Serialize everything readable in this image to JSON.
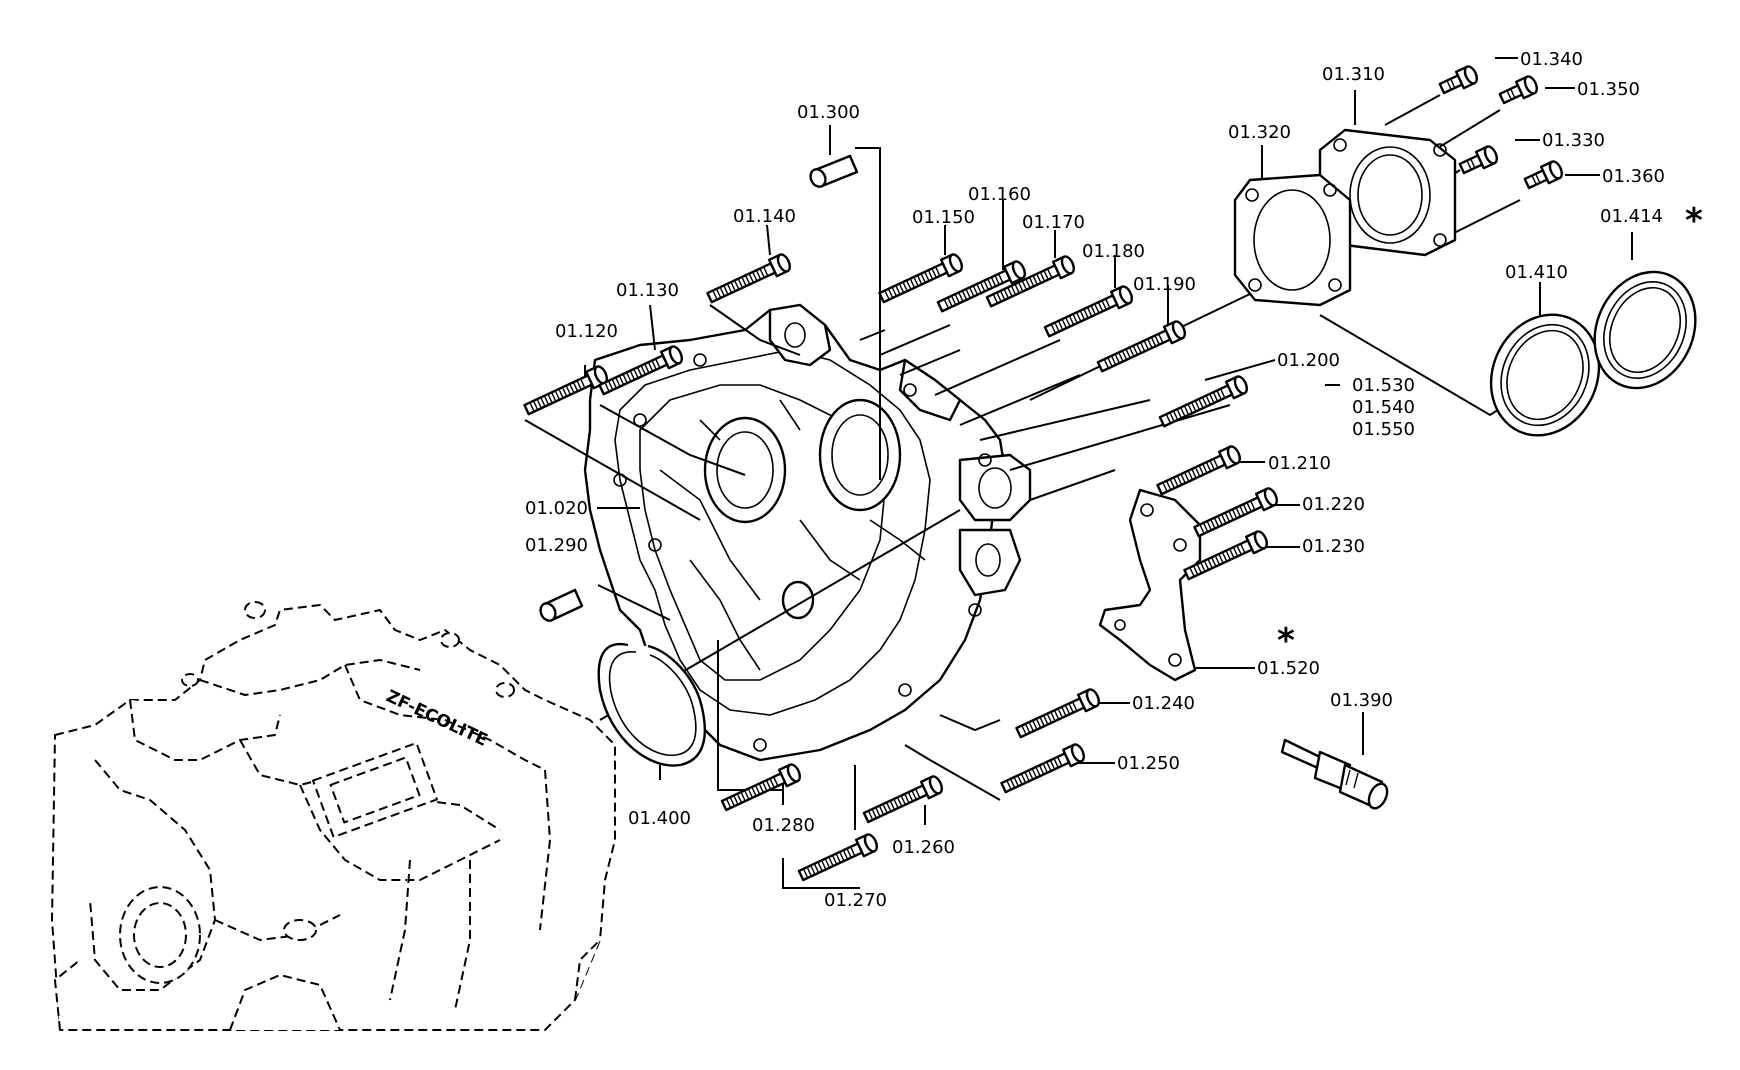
{
  "labels": [
    {
      "id": "01.020",
      "text": "01.020"
    },
    {
      "id": "01.120",
      "text": "01.120"
    },
    {
      "id": "01.130",
      "text": "01.130"
    },
    {
      "id": "01.140",
      "text": "01.140"
    },
    {
      "id": "01.150",
      "text": "01.150"
    },
    {
      "id": "01.160",
      "text": "01.160"
    },
    {
      "id": "01.170",
      "text": "01.170"
    },
    {
      "id": "01.180",
      "text": "01.180"
    },
    {
      "id": "01.190",
      "text": "01.190"
    },
    {
      "id": "01.200",
      "text": "01.200"
    },
    {
      "id": "01.210",
      "text": "01.210"
    },
    {
      "id": "01.220",
      "text": "01.220"
    },
    {
      "id": "01.230",
      "text": "01.230"
    },
    {
      "id": "01.240",
      "text": "01.240"
    },
    {
      "id": "01.250",
      "text": "01.250"
    },
    {
      "id": "01.260",
      "text": "01.260"
    },
    {
      "id": "01.270",
      "text": "01.270"
    },
    {
      "id": "01.280",
      "text": "01.280"
    },
    {
      "id": "01.290",
      "text": "01.290"
    },
    {
      "id": "01.300",
      "text": "01.300"
    },
    {
      "id": "01.310",
      "text": "01.310"
    },
    {
      "id": "01.320",
      "text": "01.320"
    },
    {
      "id": "01.330",
      "text": "01.330"
    },
    {
      "id": "01.340",
      "text": "01.340"
    },
    {
      "id": "01.350",
      "text": "01.350"
    },
    {
      "id": "01.360",
      "text": "01.360"
    },
    {
      "id": "01.390",
      "text": "01.390"
    },
    {
      "id": "01.400",
      "text": "01.400"
    },
    {
      "id": "01.410",
      "text": "01.410"
    },
    {
      "id": "01.414",
      "text": "01.414"
    },
    {
      "id": "01.520",
      "text": "01.520"
    },
    {
      "id": "01.530",
      "text": "01.530"
    },
    {
      "id": "01.540",
      "text": "01.540"
    },
    {
      "id": "01.550",
      "text": "01.550"
    }
  ],
  "markers": {
    "asterisk": "*"
  },
  "brand_text": "ZF-ECOLITE"
}
